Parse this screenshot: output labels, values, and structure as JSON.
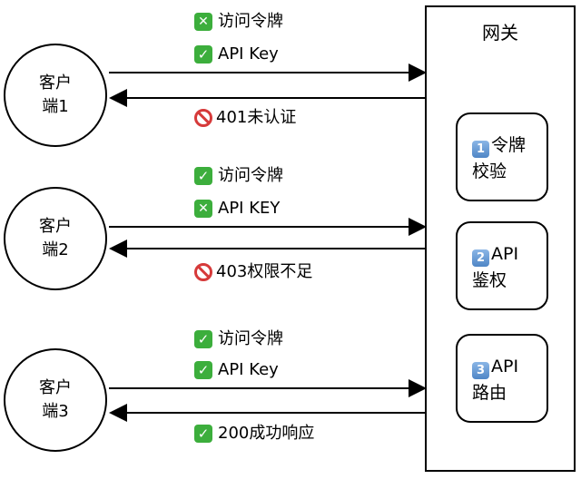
{
  "gateway": {
    "title": "网关",
    "steps": [
      {
        "num": "1",
        "line1": "令牌",
        "line2": "校验"
      },
      {
        "num": "2",
        "line1": "API",
        "line2": "鉴权"
      },
      {
        "num": "3",
        "line1": "API",
        "line2": "路由"
      }
    ]
  },
  "clients": [
    {
      "line1": "客户",
      "line2": "端1",
      "req1": {
        "icon": "cross-mark-icon",
        "text": "访问令牌"
      },
      "req2": {
        "icon": "check-mark-icon",
        "text": "API Key"
      },
      "resp": {
        "icon": "prohibited-icon",
        "text": "401未认证"
      }
    },
    {
      "line1": "客户",
      "line2": "端2",
      "req1": {
        "icon": "check-mark-icon",
        "text": "访问令牌"
      },
      "req2": {
        "icon": "cross-mark-icon",
        "text": "API KEY"
      },
      "resp": {
        "icon": "prohibited-icon",
        "text": "403权限不足"
      }
    },
    {
      "line1": "客户",
      "line2": "端3",
      "req1": {
        "icon": "check-mark-icon",
        "text": "访问令牌"
      },
      "req2": {
        "icon": "check-mark-icon",
        "text": "API Key"
      },
      "resp": {
        "icon": "check-mark-icon",
        "text": "200成功响应"
      }
    }
  ],
  "colors": {
    "check": "#3cae3c",
    "prohibited": "#d63a3a",
    "badge": "#4f86c6"
  }
}
